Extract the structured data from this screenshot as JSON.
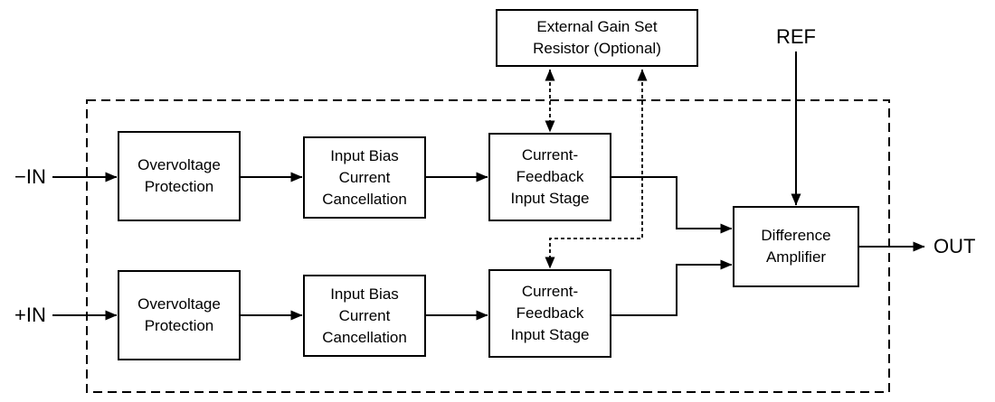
{
  "diagram": {
    "boxes": {
      "external_gain": "External Gain Set\nResistor (Optional)",
      "overvoltage": "Overvoltage\nProtection",
      "input_bias": "Input Bias\nCurrent\nCancellation",
      "current_feedback": "Current-\nFeedback\nInput Stage",
      "difference_amp": "Difference\nAmplifier"
    },
    "pins": {
      "in_neg": "−IN",
      "in_pos": "+IN",
      "ref": "REF",
      "out": "OUT"
    },
    "colors": {
      "line": "#000000",
      "box_fill": "#ffffff",
      "background": "#ffffff"
    }
  }
}
